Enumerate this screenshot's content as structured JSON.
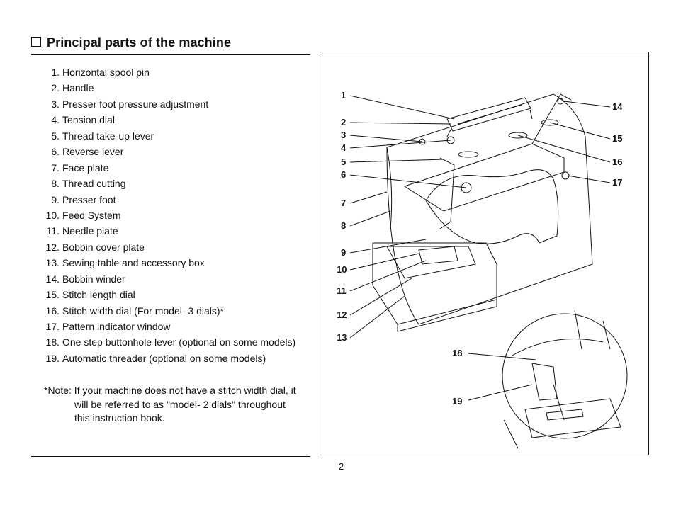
{
  "heading": {
    "title": "Principal parts of the machine"
  },
  "parts": [
    {
      "num": "1.",
      "label": "Horizontal spool pin"
    },
    {
      "num": "2.",
      "label": "Handle"
    },
    {
      "num": "3.",
      "label": "Presser foot pressure adjustment"
    },
    {
      "num": "4.",
      "label": "Tension dial"
    },
    {
      "num": "5.",
      "label": "Thread take-up lever"
    },
    {
      "num": "6.",
      "label": "Reverse lever"
    },
    {
      "num": "7.",
      "label": "Face plate"
    },
    {
      "num": "8.",
      "label": "Thread cutting"
    },
    {
      "num": "9.",
      "label": "Presser foot"
    },
    {
      "num": "10.",
      "label": "Feed System"
    },
    {
      "num": "11.",
      "label": "Needle plate"
    },
    {
      "num": "12.",
      "label": "Bobbin cover plate"
    },
    {
      "num": "13.",
      "label": "Sewing table and accessory box"
    },
    {
      "num": "14.",
      "label": "Bobbin winder"
    },
    {
      "num": "15.",
      "label": "Stitch length dial"
    },
    {
      "num": "16.",
      "label": "Stitch width dial (For model- 3 dials)*"
    },
    {
      "num": "17.",
      "label": "Pattern indicator window"
    },
    {
      "num": "18.",
      "label": "One step buttonhole lever (optional on some models)"
    },
    {
      "num": "19.",
      "label": "Automatic threader (optional on some models)"
    }
  ],
  "note": {
    "line1": "*Note: If your machine does not have a stitch width dial, it",
    "line2": "will be referred to as \"model- 2 dials\" throughout",
    "line3": "this instruction book."
  },
  "diagram_labels": [
    "1",
    "2",
    "3",
    "4",
    "5",
    "6",
    "7",
    "8",
    "9",
    "10",
    "11",
    "12",
    "13",
    "14",
    "15",
    "16",
    "17",
    "18",
    "19"
  ],
  "page": {
    "number": "2"
  }
}
